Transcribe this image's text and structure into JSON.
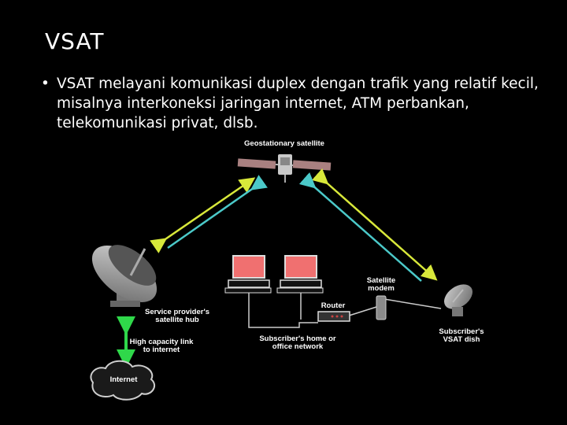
{
  "slide": {
    "title": "VSAT",
    "bullet_marker": "•",
    "bullet_text": "VSAT melayani komunikasi duplex dengan trafik yang relatif kecil, misalnya interkoneksi jaringan internet, ATM perbankan, telekomunikasi privat, dlsb."
  },
  "diagram": {
    "labels": {
      "satellite": "Geostationary satellite",
      "hub": "Service provider's\nsatellite hub",
      "link": "High capacity link\nto internet",
      "internet": "Internet",
      "modem": "Satellite\nmodem",
      "router": "Router",
      "network": "Subscriber's home or\noffice network",
      "dish": "Subscriber's\nVSAT dish"
    },
    "colors": {
      "link_arrow": "#d8e83a",
      "hub_arrow": "#4bc9c9",
      "internet_link": "#2fd84a",
      "monitor_screen": "#f07070"
    }
  }
}
